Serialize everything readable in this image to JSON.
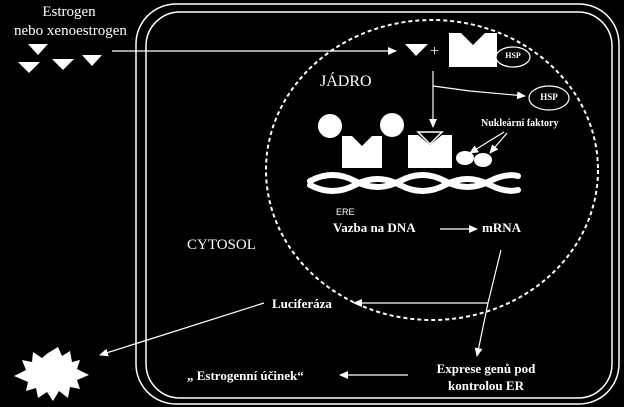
{
  "ligand": {
    "line1": "Estrogen",
    "line2": "nebo xenoestrogen"
  },
  "nucleus_label": "JÁDRO",
  "cytosol_label": "CYTOSOL",
  "plus_sign": "+",
  "hsp_on_receptor": "HSP",
  "hsp_released": "HSP",
  "nuclear_factors": "Nukleární faktory",
  "ere_label": "ERE",
  "dna_binding": "Vazba na DNA",
  "mrna": "mRNA",
  "luciferase": "Luciferáza",
  "gene_expression": {
    "line1": "Exprese genů pod",
    "line2": "kontrolou ER"
  },
  "estrogenic_effect": "„ Estrogenní účinek“"
}
